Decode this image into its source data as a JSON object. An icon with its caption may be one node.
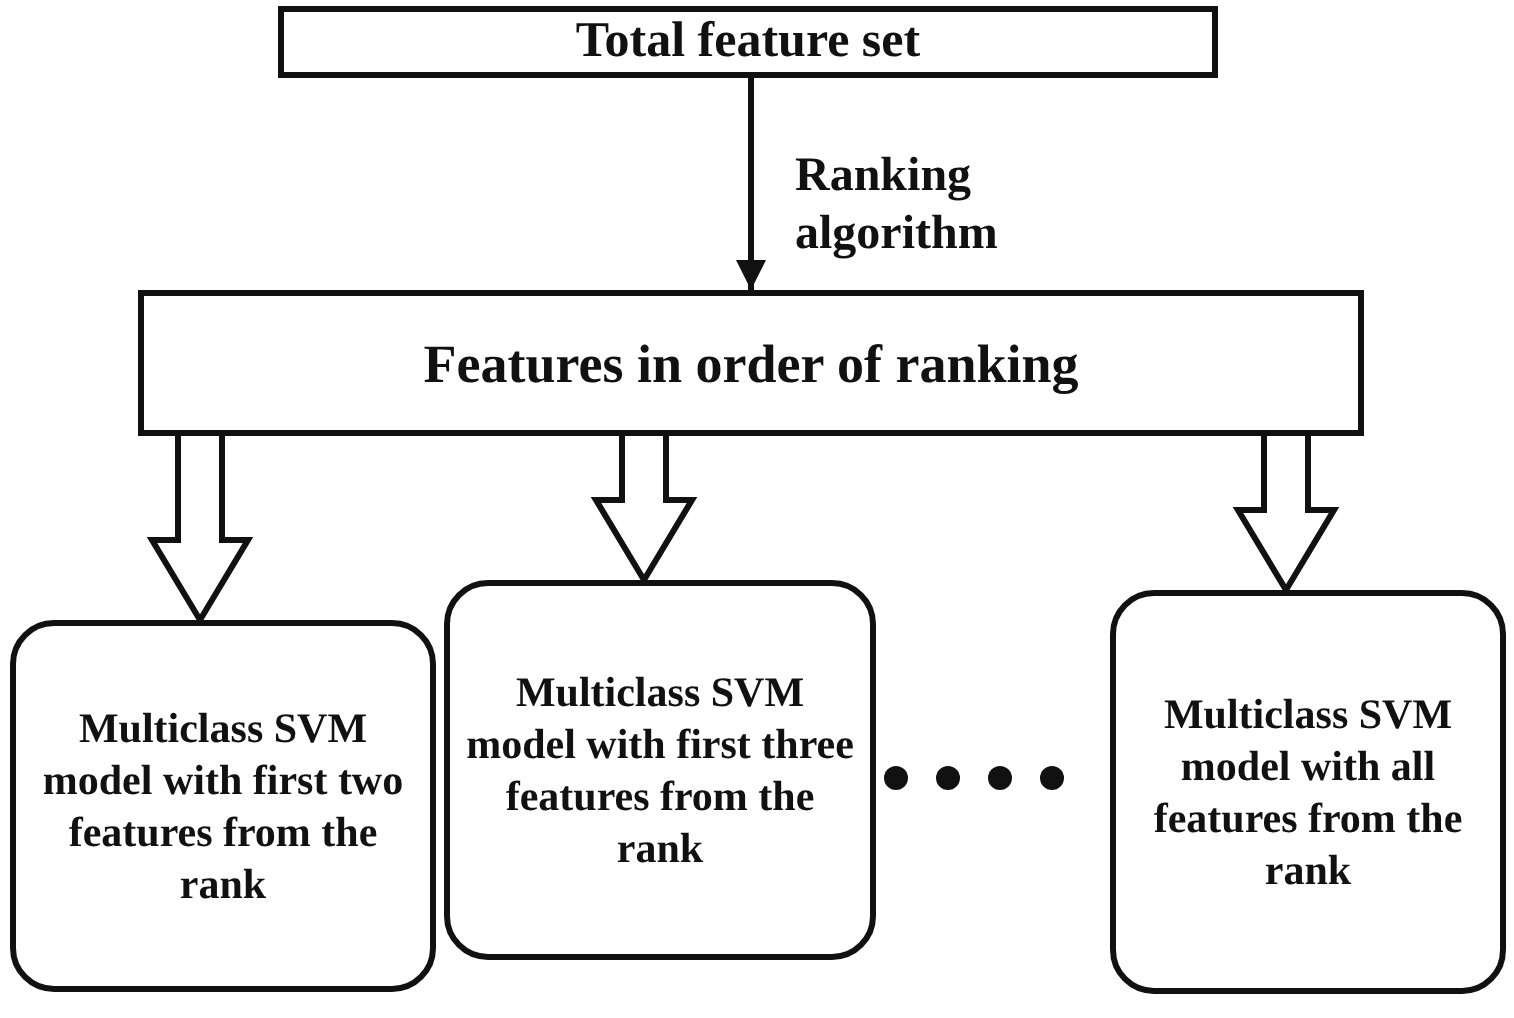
{
  "diagram": {
    "nodes": [
      {
        "text": [
          "Total feature set"
        ]
      },
      {
        "text": [
          "Features in order of ranking"
        ]
      },
      {
        "text": [
          "Multiclass SVM model with first two features from the rank"
        ]
      },
      {
        "text": [
          "Multiclass SVM model with first three features from the rank"
        ]
      },
      {
        "text": [
          "Multiclass SVM model with all features from the rank"
        ]
      }
    ],
    "edges": [
      {
        "from": 0,
        "to": 1,
        "arrow": "to",
        "label": "Ranking algorithm"
      },
      {
        "from": 1,
        "to": 2,
        "arrow": "to",
        "style": "thick"
      },
      {
        "from": 1,
        "to": 3,
        "arrow": "to",
        "style": "thick"
      },
      {
        "from": 1,
        "to": 4,
        "arrow": "to",
        "style": "thick"
      }
    ]
  }
}
